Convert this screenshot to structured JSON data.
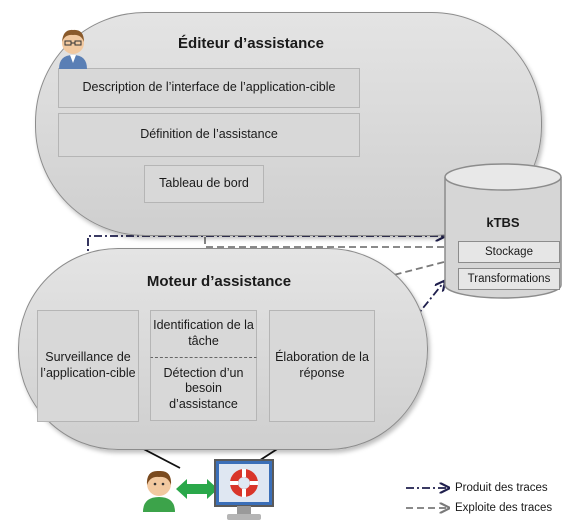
{
  "editor": {
    "title": "Éditeur d’assistance",
    "boxes": [
      "Description de l’interface de l’application-cible",
      "Définition de l’assistance",
      "Tableau de bord"
    ]
  },
  "engine": {
    "title": "Moteur d’assistance",
    "surveillance": "Surveillance de l’application-cible",
    "identification": "Identification de la tâche",
    "detection": "Détection d’un besoin d’assistance",
    "elaboration": "Élaboration de la réponse"
  },
  "ktbs": {
    "title": "kTBS",
    "items": [
      "Stockage",
      "Transformations"
    ]
  },
  "legend": {
    "produces": "Produit des traces",
    "exploits": "Exploite des traces"
  },
  "icons": [
    "user-avatar-icon",
    "lifebuoy-screen-icon",
    "double-arrow-icon"
  ],
  "colors": {
    "produce_arrow": "#1f1f4d",
    "exploit_arrow": "#7a7a7a",
    "pill_fill": "#d6d6d6"
  }
}
